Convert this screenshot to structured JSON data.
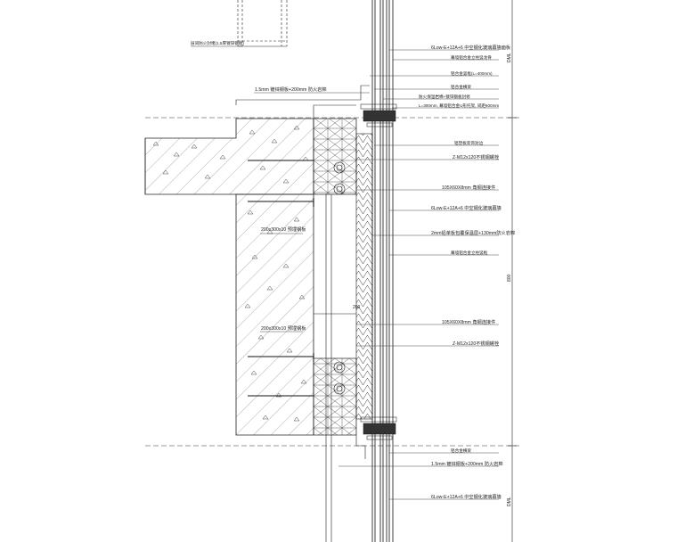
{
  "annotations_right": [
    "6Low-E+12A+6 中空钢化玻璃幕墙面板",
    "幕墙铝合金立柱竖龙骨",
    "铝合金竖框(L=400mm)",
    "铝合金横梁",
    "防火保温岩棉+镀锌钢板封修",
    "L=300mm, 幕墙铝合金U形托架, 间距600mm",
    "铝塑板装饰封边",
    "Z-M12x120不锈钢螺栓",
    "105X60X8mm 角钢连接件",
    "6Low-E+12A+6 中空钢化玻璃幕墙",
    "2mm铝单板包覆保温层+130mm防火岩棉",
    "幕墙铝合金立柱竖框",
    "105X60X8mm 角钢连接件",
    "Z-M12x120不锈钢螺栓",
    "铝合金横梁",
    "1.5mm 镀锌钢板+200mm 防火岩棉",
    "6Low-E+12A+6 中空钢化玻璃幕墙"
  ],
  "annotations_left": [
    "层间防火封堵(1.5厚镀锌钢板)",
    "1.5mm 镀锌钢板+200mm 防火岩棉",
    "200x300x10 预埋钢板",
    "200x300x10 预埋钢板"
  ],
  "dimensions": {
    "top": "DML",
    "middle": "800",
    "bottom": "DML",
    "inner": "200"
  }
}
